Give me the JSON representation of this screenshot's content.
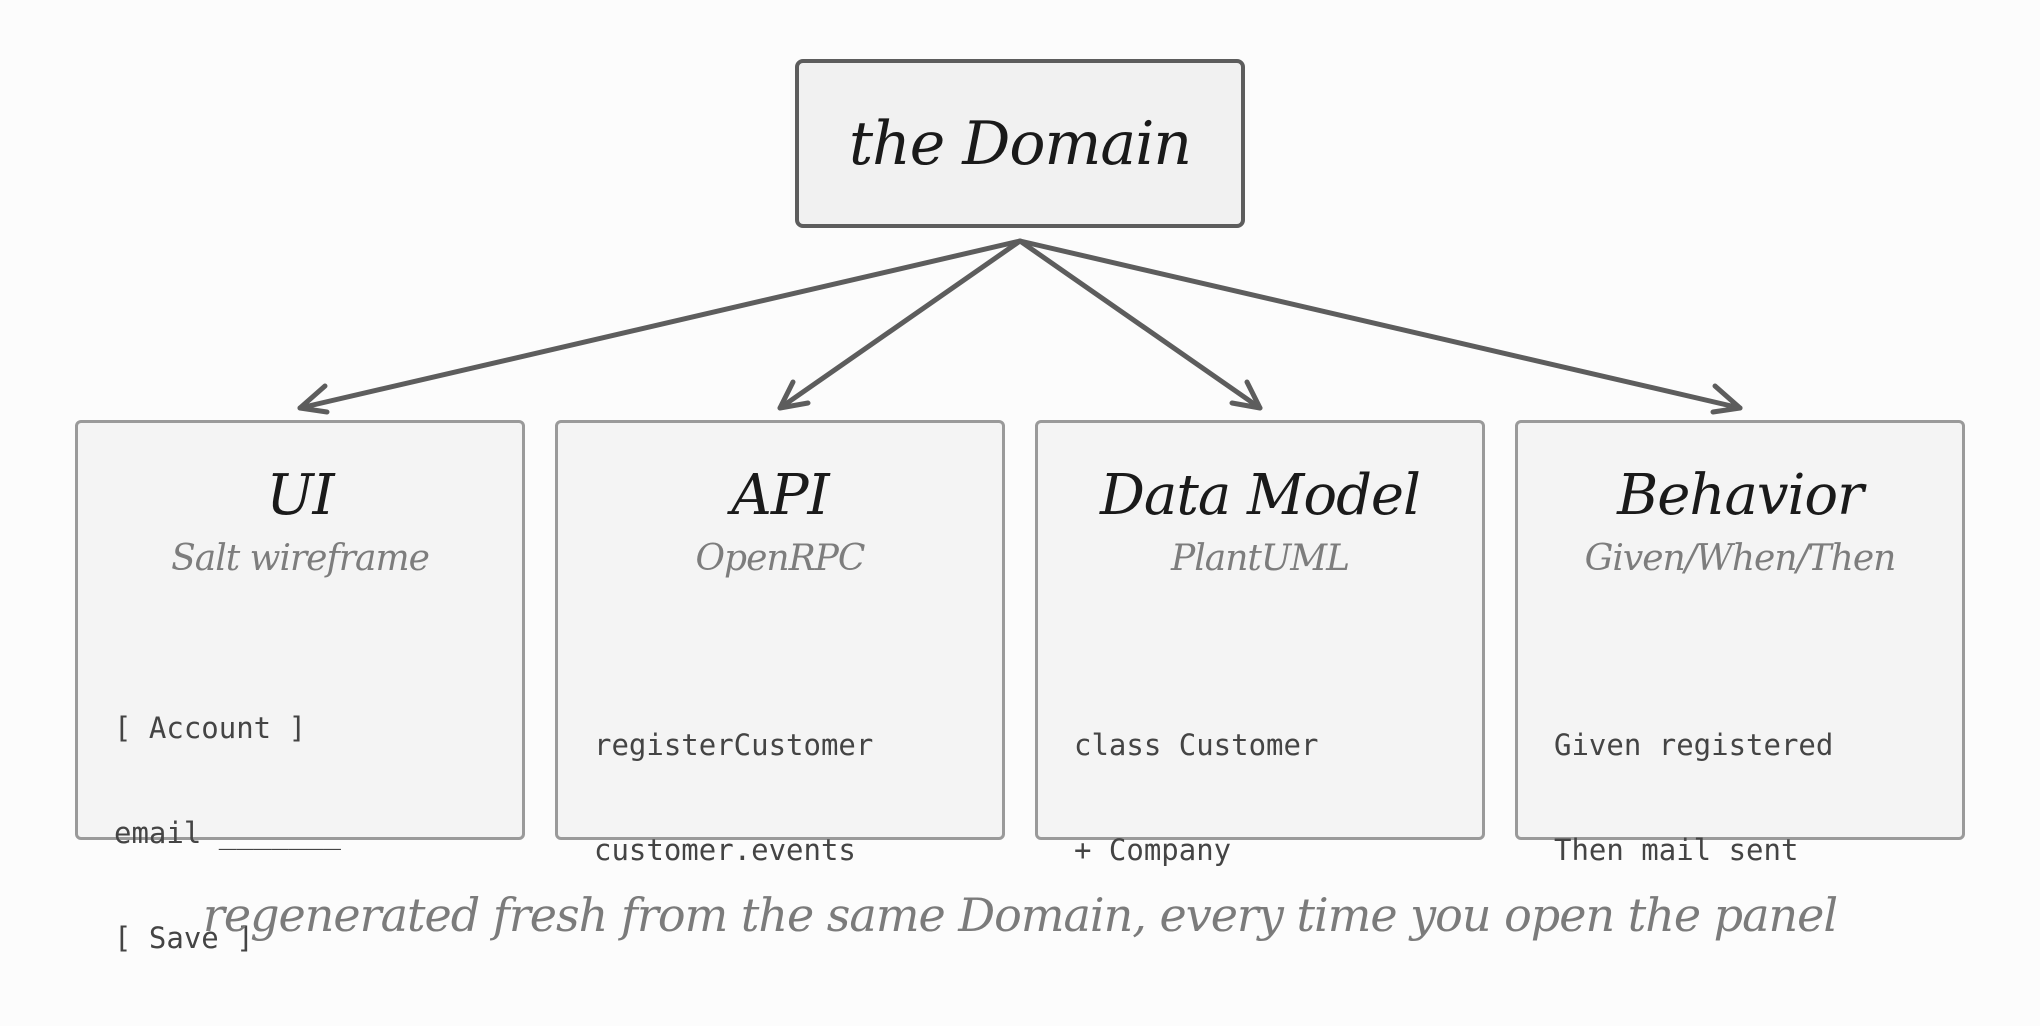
{
  "domain": {
    "title": "the Domain"
  },
  "cards": [
    {
      "title": "UI",
      "subtitle": "Salt wireframe",
      "lines": [
        "[ Account ]",
        "email _______",
        "[ Save ]"
      ]
    },
    {
      "title": "API",
      "subtitle": "OpenRPC",
      "lines": [
        "registerCustomer",
        "customer.events"
      ]
    },
    {
      "title": "Data Model",
      "subtitle": "PlantUML",
      "lines": [
        "class Customer",
        "+ Company"
      ]
    },
    {
      "title": "Behavior",
      "subtitle": "Given/When/Then",
      "lines": [
        "Given registered",
        "Then mail sent"
      ]
    }
  ],
  "caption": "regenerated fresh from the same Domain, every time you open the panel",
  "colors": {
    "arrow": "#5d5d5d",
    "card_border": "#9a9a9a",
    "domain_border": "#5d5d5d",
    "muted_text": "#7b7b7b"
  }
}
